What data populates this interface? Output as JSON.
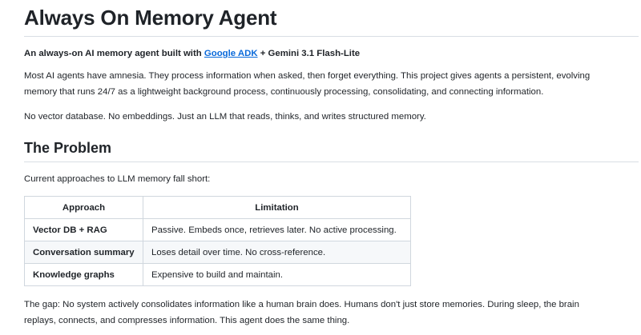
{
  "title": "Always On Memory Agent",
  "subtitle": {
    "prefix": "An always-on AI memory agent built with ",
    "link": "Google ADK",
    "suffix": " + Gemini 3.1 Flash-Lite"
  },
  "intro_lines": [
    "Most AI agents have amnesia. They process information when asked, then forget everything. This project gives agents a persistent, evolving",
    "memory that runs 24/7 as a lightweight background process, continuously processing, consolidating, and connecting information."
  ],
  "tagline": "No vector database. No embeddings. Just an LLM that reads, thinks, and writes structured memory.",
  "problem": {
    "heading": "The Problem",
    "lead": "Current approaches to LLM memory fall short:",
    "table": {
      "headers": [
        "Approach",
        "Limitation"
      ],
      "rows": [
        [
          "Vector DB + RAG",
          "Passive. Embeds once, retrieves later. No active processing."
        ],
        [
          "Conversation summary",
          "Loses detail over time. No cross-reference."
        ],
        [
          "Knowledge graphs",
          "Expensive to build and maintain."
        ]
      ]
    },
    "gap_lines": [
      "The gap: No system actively consolidates information like a human brain does. Humans don't just store memories. During sleep, the brain",
      "replays, connects, and compresses information. This agent does the same thing."
    ]
  },
  "colors": {
    "link": "#0969da",
    "text": "#1f2328",
    "border": "#d0d7de"
  }
}
